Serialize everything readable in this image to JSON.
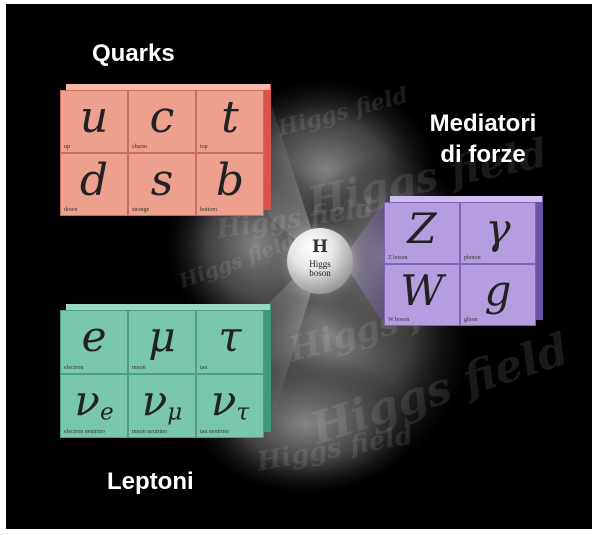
{
  "headings": {
    "quarks": "Quarks",
    "mediators_line1": "Mediatori",
    "mediators_line2": "di forze",
    "leptons": "Leptoni"
  },
  "quarks": [
    {
      "symbol": "u",
      "name": "up"
    },
    {
      "symbol": "c",
      "name": "charm"
    },
    {
      "symbol": "t",
      "name": "top"
    },
    {
      "symbol": "d",
      "name": "down"
    },
    {
      "symbol": "s",
      "name": "strange"
    },
    {
      "symbol": "b",
      "name": "bottom"
    }
  ],
  "leptons": [
    {
      "symbol": "e",
      "name": "electron"
    },
    {
      "symbol": "μ",
      "name": "muon"
    },
    {
      "symbol": "τ",
      "name": "tau"
    },
    {
      "symbol": "ν",
      "sub": "e",
      "name": "electron neutrino"
    },
    {
      "symbol": "ν",
      "sub": "μ",
      "name": "muon neutrino"
    },
    {
      "symbol": "ν",
      "sub": "τ",
      "name": "tau neutrino"
    }
  ],
  "mediators": [
    {
      "symbol": "Z",
      "name": "Z boson"
    },
    {
      "symbol": "γ",
      "name": "photon"
    },
    {
      "symbol": "W",
      "name": "W boson"
    },
    {
      "symbol": "g",
      "name": "gluon"
    }
  ],
  "higgs": {
    "symbol": "H",
    "name": "Higgs\nboson"
  },
  "field_text": "Higgs field",
  "colors": {
    "background": "#000000",
    "quarks": "#eea08e",
    "leptons": "#79c8ac",
    "mediators": "#b49ee0"
  }
}
